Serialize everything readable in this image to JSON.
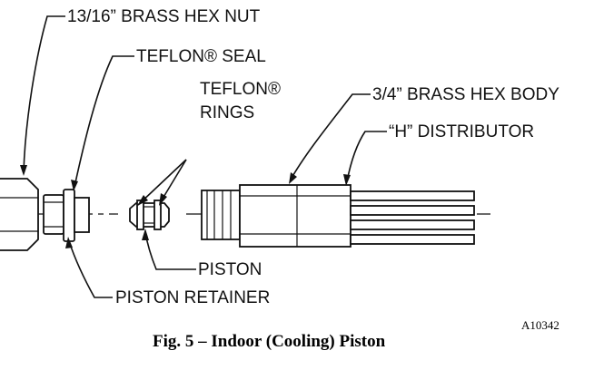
{
  "labels": {
    "hex_nut": "13/16” BRASS HEX NUT",
    "teflon_seal": "TEFLON® SEAL",
    "teflon_rings_line1": "TEFLON®",
    "teflon_rings_line2": "RINGS",
    "hex_body": "3/4” BRASS HEX BODY",
    "h_distributor": "“H” DISTRIBUTOR",
    "piston": "PISTON",
    "piston_retainer": "PISTON RETAINER"
  },
  "caption": "Fig. 5 – Indoor (Cooling) Piston",
  "reference_code": "A10342"
}
